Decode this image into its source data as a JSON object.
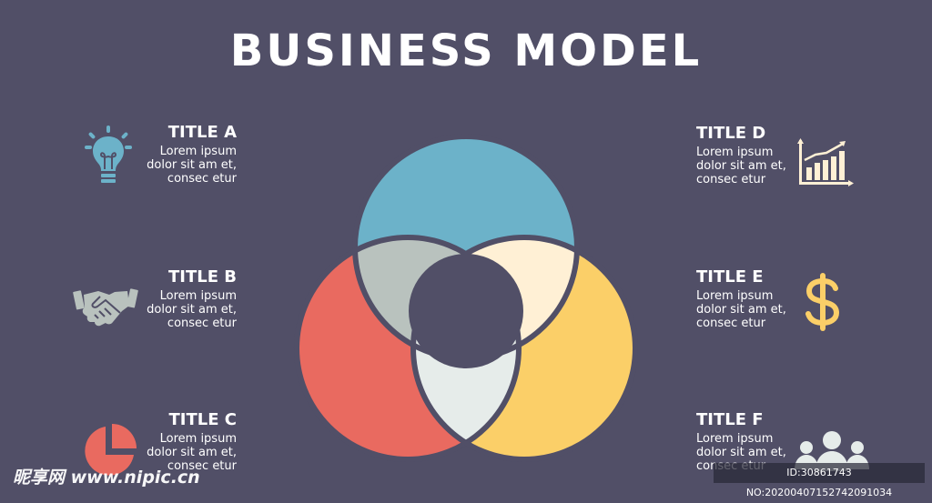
{
  "title": "BUSINESS MODEL",
  "colors": {
    "background": "#514F67",
    "top_circle": "#6CB2C9",
    "left_circle": "#E96A60",
    "right_circle": "#FBCF68",
    "overlap_top_left": "#B9C2BE",
    "overlap_top_right": "#FFF0D5",
    "overlap_bottom": "#E6ECEA",
    "text": "#FFFFFF"
  },
  "items": [
    {
      "title": "TITLE A",
      "body": "Lorem ipsum\ndolor sit am et,\nconsec etur",
      "icon": "lightbulb-icon",
      "color": "#6CB2C9"
    },
    {
      "title": "TITLE B",
      "body": "Lorem ipsum\ndolor sit am et,\nconsec etur",
      "icon": "handshake-icon",
      "color": "#B9C2BE"
    },
    {
      "title": "TITLE C",
      "body": "Lorem ipsum\ndolor sit am et,\nconsec etur",
      "icon": "pie-chart-icon",
      "color": "#E96A60"
    },
    {
      "title": "TITLE D",
      "body": "Lorem ipsum\ndolor sit am et,\nconsec etur",
      "icon": "bar-chart-growth-icon",
      "color": "#FFF0D5"
    },
    {
      "title": "TITLE E",
      "body": "Lorem ipsum\ndolor sit am et,\nconsec etur",
      "icon": "dollar-icon",
      "color": "#FBCF68"
    },
    {
      "title": "TITLE F",
      "body": "Lorem ipsum\ndolor sit am et,\nconsec etur",
      "icon": "people-group-icon",
      "color": "#E6ECEA"
    }
  ],
  "watermark": {
    "left": "昵享网 www.nipic.cn",
    "right": "ID:30861743 NO:20200407152742091034"
  }
}
